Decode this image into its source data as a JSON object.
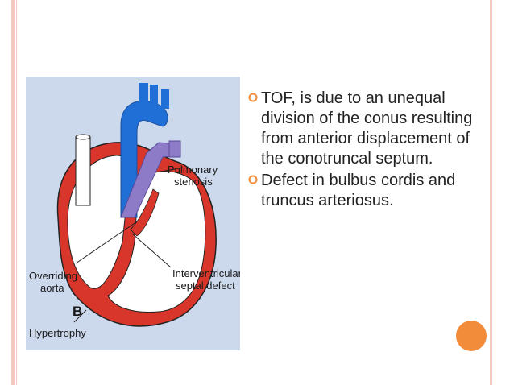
{
  "figure": {
    "labels": {
      "pulmonary_stenosis": [
        "Pulmonary",
        "stenosis"
      ],
      "overriding_aorta": [
        "Overriding",
        "aorta"
      ],
      "interventricular": [
        "Interventricular",
        "septal defect"
      ],
      "b": "B",
      "hypertrophy": "Hypertrophy"
    }
  },
  "bullets": [
    {
      "text": "TOF, is due to an unequal division of the conus resulting from anterior displacement of the conotruncal septum."
    },
    {
      "text": "Defect in bulbus cordis and truncus arteriosus."
    }
  ],
  "colors": {
    "border": "#f3c9c2",
    "bullet_icon": "#f28b3a",
    "accent_circle": "#f28b3a",
    "figure_bg": "#ccd8ec",
    "myocardium": "#d9362b",
    "pulmonary_vessel": "#1f6fd6",
    "aorta_purple": "#8e7bc7"
  },
  "icons": {
    "bullet": "circle-bullet-icon",
    "decor": "orange-circle-icon"
  }
}
